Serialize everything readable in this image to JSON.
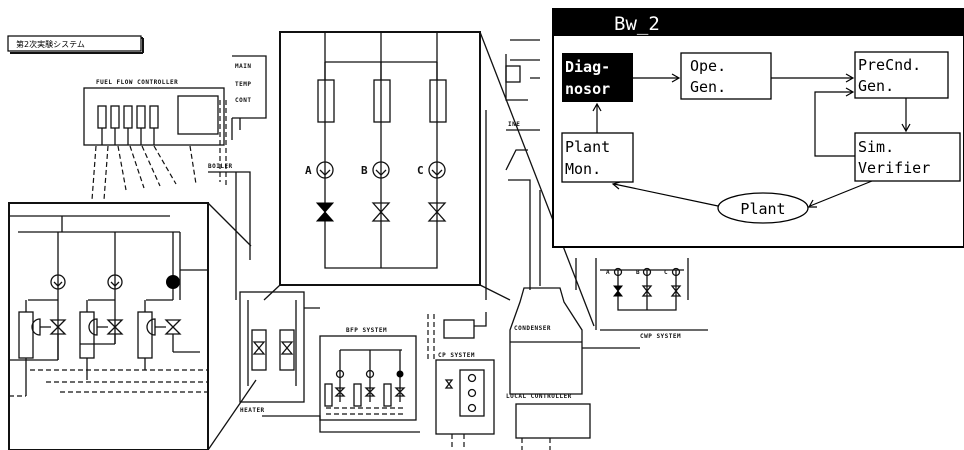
{
  "header": {
    "label": "第2次実験システム"
  },
  "plant_labels": {
    "fuel_flow_controller": "FUEL FLOW CONTROLLER",
    "main": "MAIN",
    "temp": "TEMP",
    "cont": "CONT",
    "boiler": "BOILER",
    "ine": "INE",
    "bfp_system": "BFP SYSTEM",
    "cp_system": "CP SYSTEM",
    "condenser": "CONDENSER",
    "cwp_system": "CWP SYSTEM",
    "heater": "HEATER",
    "local_controller": "LOCAL CONTROLLER"
  },
  "pump_labels": {
    "a": "A",
    "b": "B",
    "c": "C"
  },
  "small_pump_labels": {
    "a": "A",
    "b": "B",
    "c": "C"
  },
  "bw": {
    "title": "Bw_2",
    "diagnosor": [
      "Diag-",
      "nosor"
    ],
    "ope_gen": [
      "Ope.",
      "Gen."
    ],
    "precnd_gen": [
      "PreCnd.",
      "Gen."
    ],
    "plant_mon": [
      "Plant",
      "Mon."
    ],
    "sim_verifier": [
      "Sim.",
      "Verifier"
    ],
    "plant": "Plant"
  }
}
